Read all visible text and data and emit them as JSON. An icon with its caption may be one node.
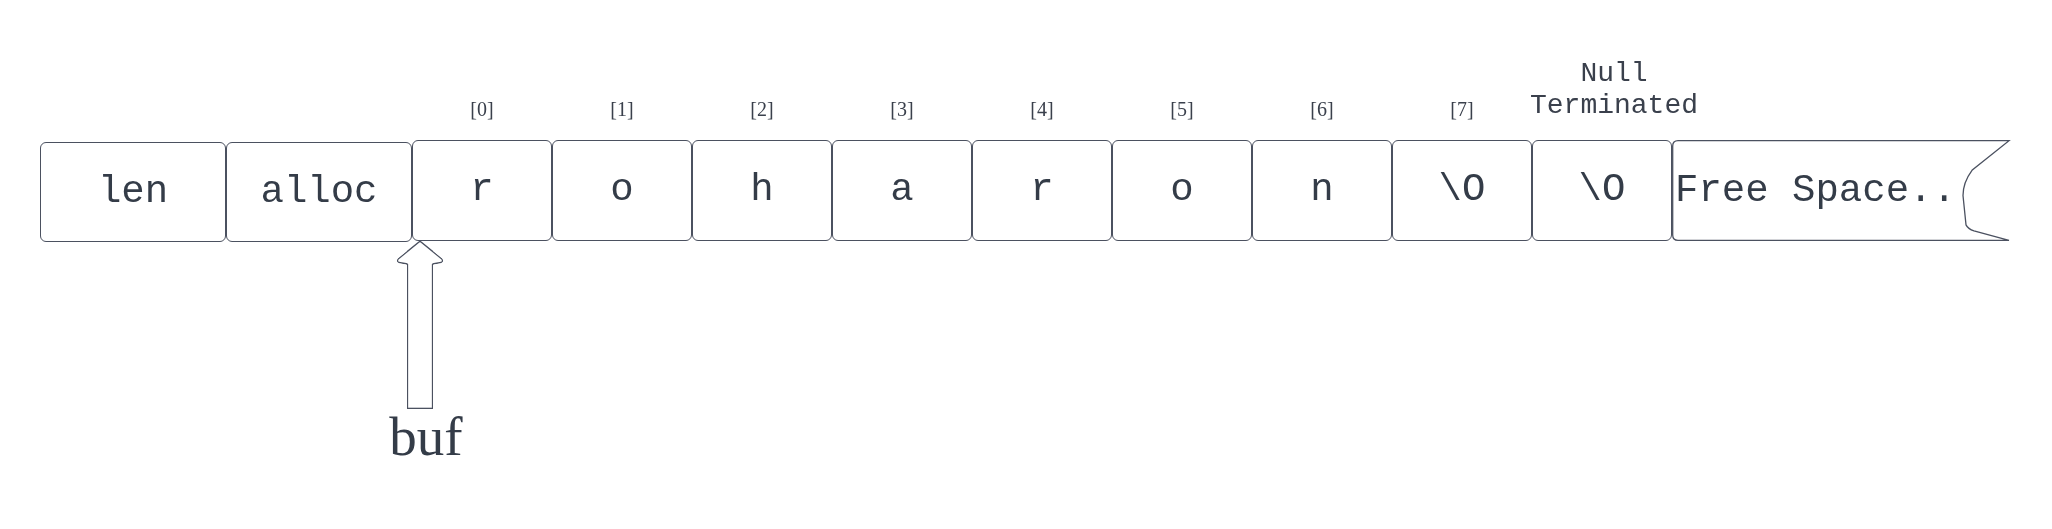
{
  "diagram": {
    "nodes": [
      {
        "text": [
          "len"
        ]
      },
      {
        "text": [
          "alloc"
        ]
      },
      {
        "text": [
          "r"
        ],
        "beside": [
          "[0]"
        ]
      },
      {
        "text": [
          "o"
        ],
        "beside": [
          "[1]"
        ]
      },
      {
        "text": [
          "h"
        ],
        "beside": [
          "[2]"
        ]
      },
      {
        "text": [
          "a"
        ],
        "beside": [
          "[3]"
        ]
      },
      {
        "text": [
          "r"
        ],
        "beside": [
          "[4]"
        ]
      },
      {
        "text": [
          "o"
        ],
        "beside": [
          "[5]"
        ]
      },
      {
        "text": [
          "n"
        ],
        "beside": [
          "[6]"
        ]
      },
      {
        "text": [
          "\\O"
        ],
        "beside": [
          "[7]"
        ]
      },
      {
        "text": [
          "\\O"
        ],
        "beside": [
          "Null Terminated"
        ]
      },
      {
        "text": [
          "Free Space.."
        ]
      },
      {
        "text": [
          "buf"
        ]
      }
    ],
    "edges": [
      {
        "from": 12,
        "to": 2,
        "arrow": "to"
      }
    ]
  }
}
